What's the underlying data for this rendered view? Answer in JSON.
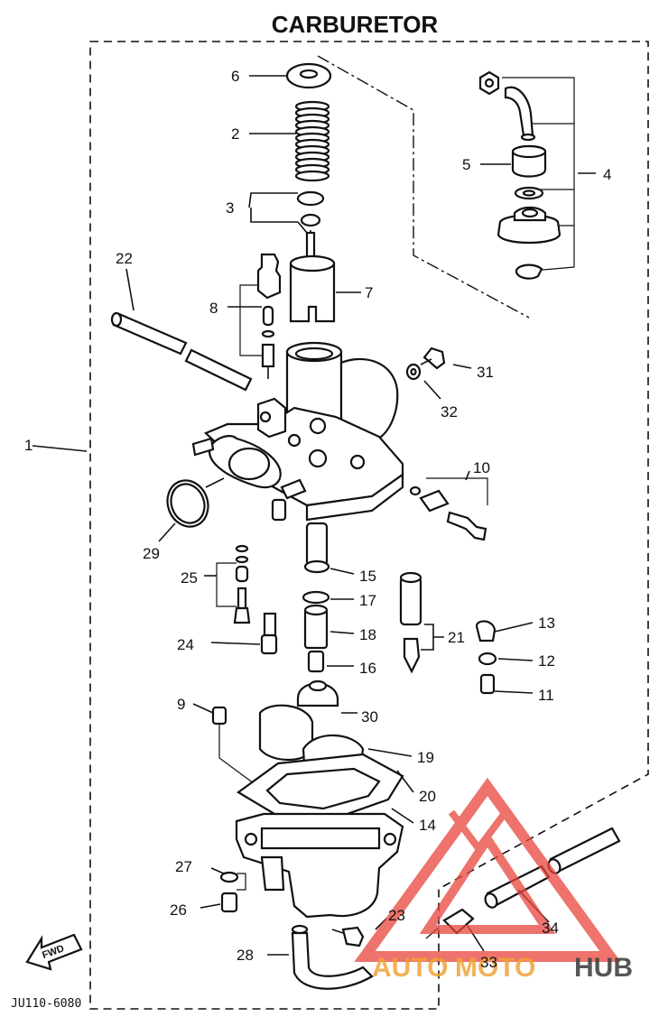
{
  "title": "CARBURETOR",
  "drawing_code": "JU110-6080",
  "fwd_label": "FWD",
  "watermark": {
    "brand_part1": "AUTO",
    "brand_part2": "MOTO",
    "brand_part3": "HUB",
    "colors": {
      "primary": "#e8453c",
      "secondary": "#f2a33a",
      "dark": "#444444"
    }
  },
  "callouts": [
    "1",
    "2",
    "3",
    "4",
    "5",
    "6",
    "7",
    "8",
    "9",
    "10",
    "11",
    "12",
    "13",
    "14",
    "15",
    "16",
    "17",
    "18",
    "19",
    "20",
    "21",
    "22",
    "23",
    "24",
    "25",
    "26",
    "27",
    "28",
    "29",
    "30",
    "31",
    "32",
    "33",
    "34"
  ],
  "icons": {
    "fwd_arrow": "fwd-arrow-icon",
    "logo": "automotohub-logo-icon"
  }
}
